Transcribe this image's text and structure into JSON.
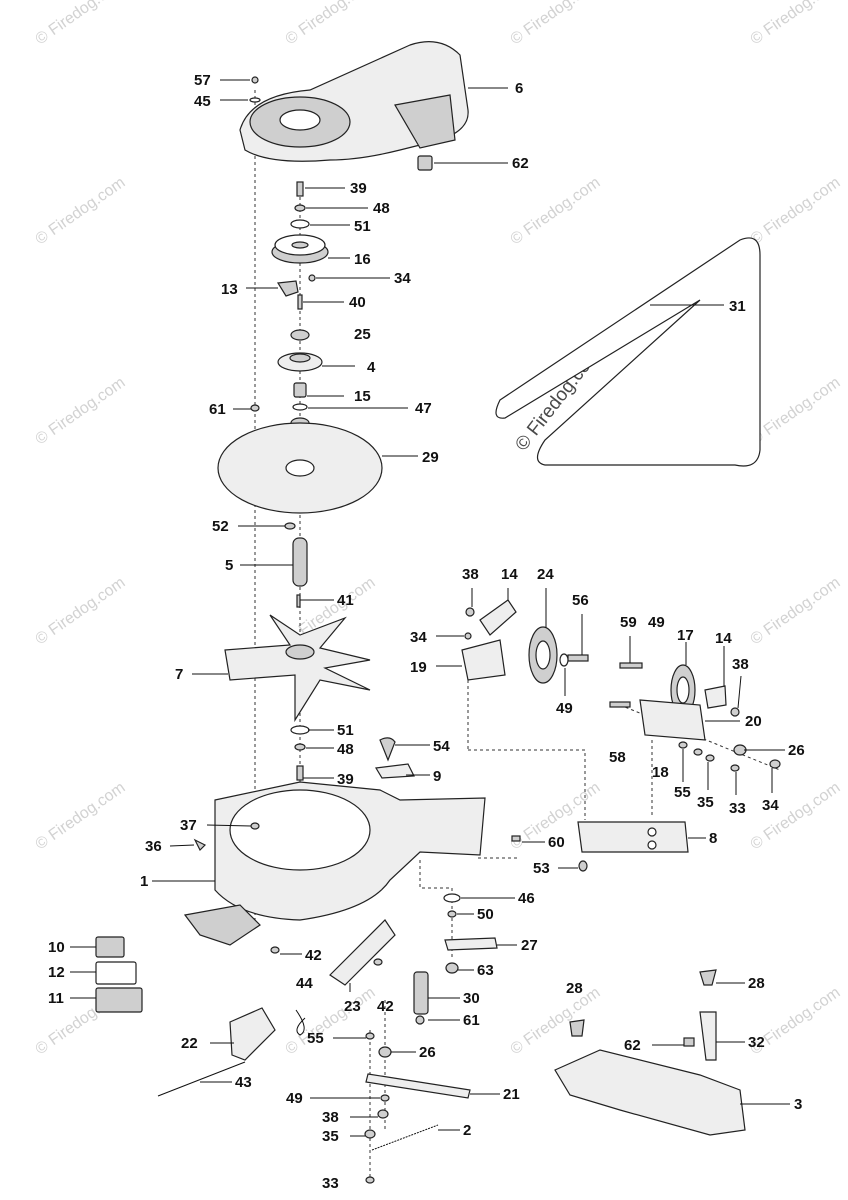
{
  "watermark": {
    "small_text": "© Firedog.com",
    "large_text": "© Firedog.com"
  },
  "callouts": [
    {
      "id": "c57a",
      "text": "57"
    },
    {
      "id": "c45a",
      "text": "45"
    },
    {
      "id": "c6",
      "text": "6"
    },
    {
      "id": "c62a",
      "text": "62"
    },
    {
      "id": "c39a",
      "text": "39"
    },
    {
      "id": "c48a",
      "text": "48"
    },
    {
      "id": "c51a",
      "text": "51"
    },
    {
      "id": "c16",
      "text": "16"
    },
    {
      "id": "c34a",
      "text": "34"
    },
    {
      "id": "c13",
      "text": "13"
    },
    {
      "id": "c40",
      "text": "40"
    },
    {
      "id": "c25",
      "text": "25"
    },
    {
      "id": "c4",
      "text": "4"
    },
    {
      "id": "c15",
      "text": "15"
    },
    {
      "id": "c47",
      "text": "47"
    },
    {
      "id": "c61a",
      "text": "61"
    },
    {
      "id": "c29",
      "text": "29"
    },
    {
      "id": "c31",
      "text": "31"
    },
    {
      "id": "c52",
      "text": "52"
    },
    {
      "id": "c5",
      "text": "5"
    },
    {
      "id": "c41",
      "text": "41"
    },
    {
      "id": "c7",
      "text": "7"
    },
    {
      "id": "c38a",
      "text": "38"
    },
    {
      "id": "c14a",
      "text": "14"
    },
    {
      "id": "c24",
      "text": "24"
    },
    {
      "id": "c56",
      "text": "56"
    },
    {
      "id": "c34b",
      "text": "34"
    },
    {
      "id": "c19",
      "text": "19"
    },
    {
      "id": "c49a",
      "text": "49"
    },
    {
      "id": "c59",
      "text": "59"
    },
    {
      "id": "c49b",
      "text": "49"
    },
    {
      "id": "c17",
      "text": "17"
    },
    {
      "id": "c14b",
      "text": "14"
    },
    {
      "id": "c38b",
      "text": "38"
    },
    {
      "id": "c20",
      "text": "20"
    },
    {
      "id": "c58",
      "text": "58"
    },
    {
      "id": "c18",
      "text": "18"
    },
    {
      "id": "c26a",
      "text": "26"
    },
    {
      "id": "c55a",
      "text": "55"
    },
    {
      "id": "c35a",
      "text": "35"
    },
    {
      "id": "c33a",
      "text": "33"
    },
    {
      "id": "c34c",
      "text": "34"
    },
    {
      "id": "c51b",
      "text": "51"
    },
    {
      "id": "c48b",
      "text": "48"
    },
    {
      "id": "c54",
      "text": "54"
    },
    {
      "id": "c39b",
      "text": "39"
    },
    {
      "id": "c9",
      "text": "9"
    },
    {
      "id": "c37",
      "text": "37"
    },
    {
      "id": "c36",
      "text": "36"
    },
    {
      "id": "c60",
      "text": "60"
    },
    {
      "id": "c8",
      "text": "8"
    },
    {
      "id": "c53",
      "text": "53"
    },
    {
      "id": "c1",
      "text": "1"
    },
    {
      "id": "c46",
      "text": "46"
    },
    {
      "id": "c50",
      "text": "50"
    },
    {
      "id": "c27",
      "text": "27"
    },
    {
      "id": "c10",
      "text": "10"
    },
    {
      "id": "c42a",
      "text": "42"
    },
    {
      "id": "c63",
      "text": "63"
    },
    {
      "id": "c12",
      "text": "12"
    },
    {
      "id": "c44",
      "text": "44"
    },
    {
      "id": "c11",
      "text": "11"
    },
    {
      "id": "c23",
      "text": "23"
    },
    {
      "id": "c42b",
      "text": "42"
    },
    {
      "id": "c30",
      "text": "30"
    },
    {
      "id": "c28a",
      "text": "28"
    },
    {
      "id": "c28b",
      "text": "28"
    },
    {
      "id": "c61b",
      "text": "61"
    },
    {
      "id": "c22",
      "text": "22"
    },
    {
      "id": "c55b",
      "text": "55"
    },
    {
      "id": "c26b",
      "text": "26"
    },
    {
      "id": "c62b",
      "text": "62"
    },
    {
      "id": "c32",
      "text": "32"
    },
    {
      "id": "c43",
      "text": "43"
    },
    {
      "id": "c21",
      "text": "21"
    },
    {
      "id": "c49c",
      "text": "49"
    },
    {
      "id": "c3",
      "text": "3"
    },
    {
      "id": "c38c",
      "text": "38"
    },
    {
      "id": "c2",
      "text": "2"
    },
    {
      "id": "c35b",
      "text": "35"
    },
    {
      "id": "c33b",
      "text": "33"
    }
  ]
}
